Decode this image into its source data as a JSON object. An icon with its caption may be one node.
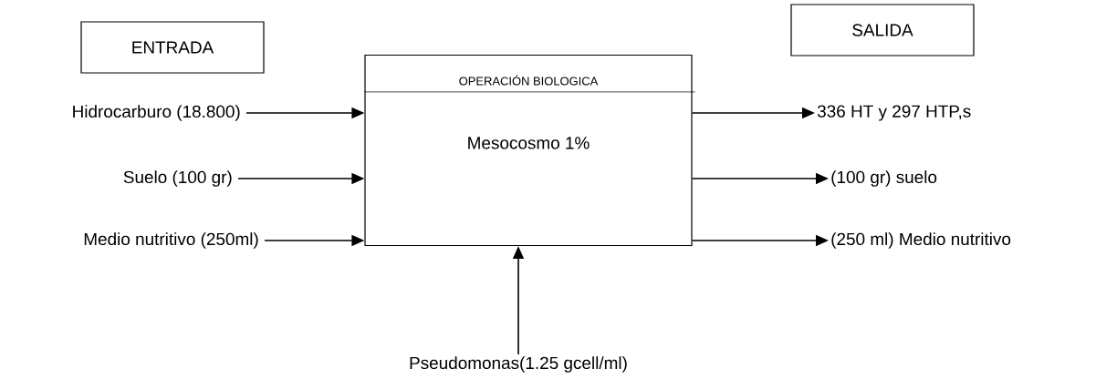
{
  "diagram": {
    "nodes": [
      {
        "text": [
          "ENTRADA"
        ]
      },
      {
        "text": [
          "SALIDA"
        ]
      },
      {
        "text": [
          "OPERACIÓN BIOLOGICA",
          "Mesocosmo 1%"
        ]
      },
      {
        "text": [
          "Hidrocarburo (18.800)"
        ]
      },
      {
        "text": [
          "Suelo (100 gr)"
        ]
      },
      {
        "text": [
          "Medio nutritivo (250ml)"
        ]
      },
      {
        "text": [
          "336 HT y 297 HTP,s"
        ]
      },
      {
        "text": [
          "(100 gr) suelo"
        ]
      },
      {
        "text": [
          "(250 ml) Medio nutritivo"
        ]
      },
      {
        "text": [
          "Pseudomonas(1.25 gcell/ml)"
        ]
      }
    ],
    "edges": [
      {
        "from": 3,
        "to": 2,
        "arrow": "to"
      },
      {
        "from": 4,
        "to": 2,
        "arrow": "to"
      },
      {
        "from": 5,
        "to": 2,
        "arrow": "to"
      },
      {
        "from": 2,
        "to": 6,
        "arrow": "to"
      },
      {
        "from": 2,
        "to": 7,
        "arrow": "to"
      },
      {
        "from": 2,
        "to": 8,
        "arrow": "to"
      },
      {
        "from": 9,
        "to": 2,
        "arrow": "to"
      }
    ]
  }
}
